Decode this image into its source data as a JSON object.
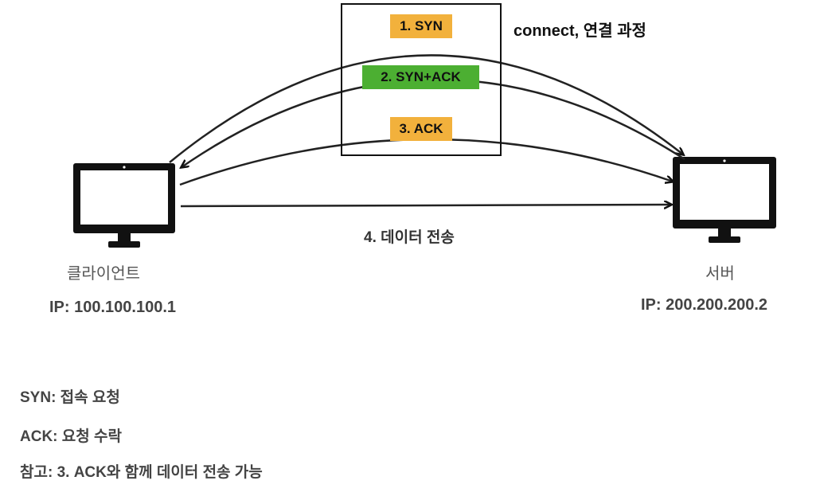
{
  "handshake": {
    "title": "connect, 연결 과정",
    "steps": [
      {
        "label": "1. SYN",
        "color": "#f2b13c"
      },
      {
        "label": "2. SYN+ACK",
        "color": "#4caf32"
      },
      {
        "label": "3. ACK",
        "color": "#f2b13c"
      }
    ],
    "data_transfer_label": "4. 데이터 전송"
  },
  "client": {
    "name": "클라이언트",
    "ip": "IP: 100.100.100.1",
    "icon": "monitor-icon"
  },
  "server": {
    "name": "서버",
    "ip": "IP: 200.200.200.2",
    "icon": "monitor-icon"
  },
  "legend": {
    "syn": "SYN: 접속 요청",
    "ack": "ACK: 요청 수락",
    "note": "참고: 3. ACK와 함께 데이터 전송 가능"
  }
}
